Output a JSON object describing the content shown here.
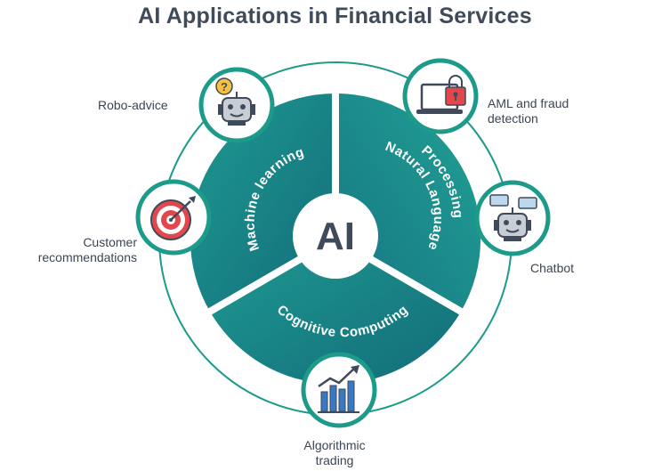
{
  "title": "AI Applications in Financial Services",
  "center": {
    "label": "AI"
  },
  "segments": [
    {
      "label": "Machine learning"
    },
    {
      "label": "Natural Language"
    },
    {
      "label": "Processing"
    },
    {
      "label": "Cognitive Computing"
    }
  ],
  "applications": {
    "robo_advice": "Robo-advice",
    "aml_line1": "AML and fraud",
    "aml_line2": "detection",
    "customer_line1": "Customer",
    "customer_line2": "recommendations",
    "chatbot": "Chatbot",
    "algo_line1": "Algorithmic",
    "algo_line2": "trading"
  },
  "icons": {
    "robo_advice": "robot-question-icon",
    "aml": "laptop-lock-icon",
    "customer": "target-dart-icon",
    "chatbot": "robot-chat-icon",
    "algo": "bar-chart-growth-icon"
  },
  "colors": {
    "teal_dark": "#17717c",
    "teal_light": "#1f9a91",
    "ring": "#1c9a8a",
    "title": "#3f4a5a",
    "accent_red": "#e4474b"
  }
}
